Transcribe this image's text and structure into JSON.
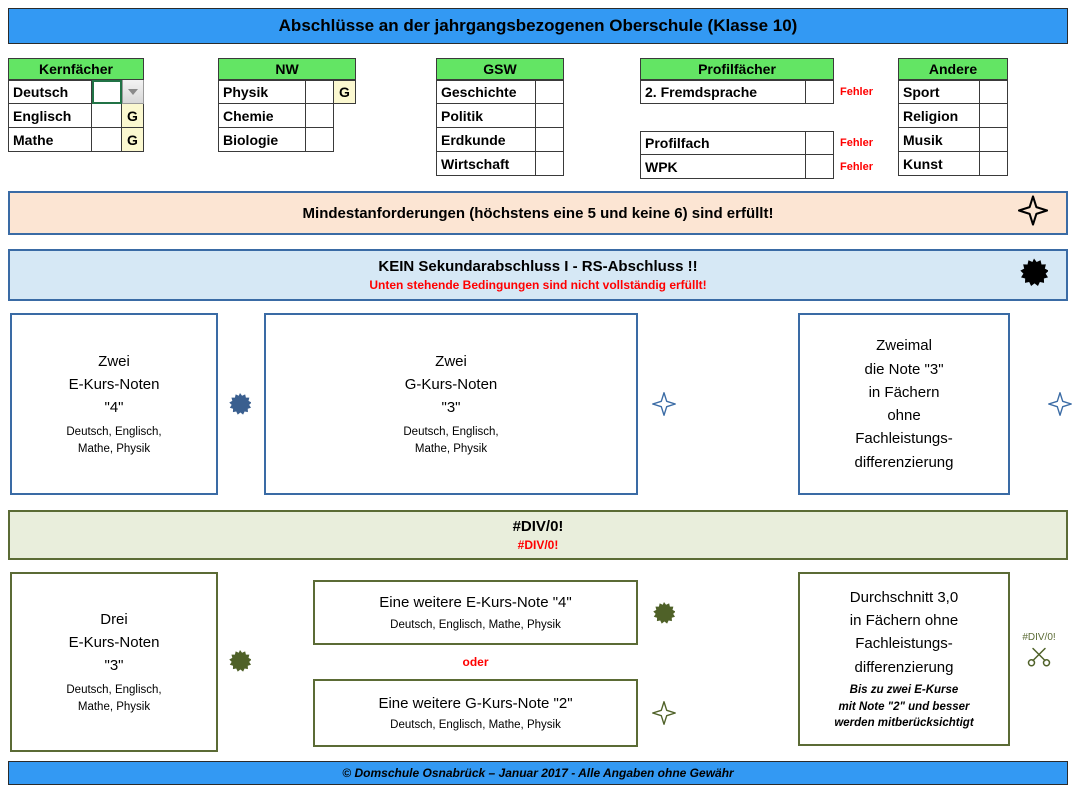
{
  "header": {
    "title": "Abschlüsse an der jahrgangsbezogenen Oberschule (Klasse 10)",
    "bg_color": "#3399f3"
  },
  "tables": {
    "kernfaecher": {
      "header": "Kernfächer",
      "rows": [
        {
          "subject": "Deutsch",
          "value": "",
          "flag": "",
          "active": true
        },
        {
          "subject": "Englisch",
          "value": "",
          "flag": "G",
          "active": false
        },
        {
          "subject": "Mathe",
          "value": "",
          "flag": "G",
          "active": false
        }
      ]
    },
    "nw": {
      "header": "NW",
      "rows": [
        {
          "subject": "Physik",
          "value": "",
          "flag": "G"
        },
        {
          "subject": "Chemie",
          "value": "",
          "flag": ""
        },
        {
          "subject": "Biologie",
          "value": "",
          "flag": ""
        }
      ]
    },
    "gsw": {
      "header": "GSW",
      "rows": [
        {
          "subject": "Geschichte",
          "value": ""
        },
        {
          "subject": "Politik",
          "value": ""
        },
        {
          "subject": "Erdkunde",
          "value": ""
        },
        {
          "subject": "Wirtschaft",
          "value": ""
        }
      ]
    },
    "profilfaecher": {
      "header": "Profilfächer",
      "rows_group1": [
        {
          "subject": "2. Fremdsprache",
          "value": "",
          "error": "Fehler"
        }
      ],
      "rows_group2": [
        {
          "subject": "Profilfach",
          "value": "",
          "error": "Fehler"
        },
        {
          "subject": "WPK",
          "value": "",
          "error": "Fehler"
        }
      ]
    },
    "andere": {
      "header": "Andere",
      "rows": [
        {
          "subject": "Sport",
          "value": ""
        },
        {
          "subject": "Religion",
          "value": ""
        },
        {
          "subject": "Musik",
          "value": ""
        },
        {
          "subject": "Kunst",
          "value": ""
        }
      ]
    }
  },
  "banner_min": {
    "text": "Mindestanforderungen (höchstens eine 5 und keine 6) sind erfüllt!",
    "bg_color": "#fce5d3",
    "border_color": "#3a6ba5",
    "icon": "sparkle-outline-icon"
  },
  "banner_abschluss": {
    "line1": "KEIN Sekundarabschluss I - RS-Abschluss !!",
    "line2": "Unten stehende Bedingungen sind nicht vollständig erfüllt!",
    "bg_color": "#d6e8f5",
    "border_color": "#3a6ba5",
    "icon": "starburst-filled-icon",
    "line2_color": "#ff0000"
  },
  "row_blue": {
    "border_color": "#3a6ba5",
    "box1": {
      "line1": "Zwei",
      "line2": "E-Kurs-Noten",
      "line3": "\"4\"",
      "subjects1": "Deutsch, Englisch,",
      "subjects2": "Mathe, Physik"
    },
    "marker1": "starburst-filled-icon",
    "box2": {
      "line1": "Zwei",
      "line2": "G-Kurs-Noten",
      "line3": "\"3\"",
      "subjects1": "Deutsch, Englisch,",
      "subjects2": "Mathe, Physik"
    },
    "marker2": "sparkle-outline-icon",
    "box3": {
      "line1": "Zweimal",
      "line2": "die Note \"3\"",
      "line3": "in  Fächern",
      "line4": "ohne",
      "line5": "Fachleistungs-",
      "line6": "differenzierung"
    },
    "marker3": "sparkle-outline-icon"
  },
  "banner_div": {
    "line1": "#DIV/0!",
    "line2": "#DIV/0!",
    "bg_color": "#e9eedc",
    "border_color": "#5b6b35",
    "line2_color": "#ff0000"
  },
  "row_green": {
    "border_color": "#5b6b35",
    "box1": {
      "line1": "Drei",
      "line2": "E-Kurs-Noten",
      "line3": "\"3\"",
      "subjects1": "Deutsch, Englisch,",
      "subjects2": "Mathe, Physik"
    },
    "marker1": "starburst-filled-icon",
    "box2a": {
      "line1": "Eine weitere E-Kurs-Note \"4\"",
      "line2": "Deutsch, Englisch, Mathe, Physik"
    },
    "marker2a": "starburst-filled-icon",
    "oder": "oder",
    "box2b": {
      "line1": "Eine weitere G-Kurs-Note \"2\"",
      "line2": "Deutsch, Englisch, Mathe, Physik"
    },
    "marker2b": "sparkle-outline-icon",
    "box3": {
      "line1": "Durchschnitt 3,0",
      "line2": "in Fächern ohne",
      "line3": "Fachleistungs-",
      "line4": "differenzierung",
      "note1": "Bis zu zwei E-Kurse",
      "note2": "mit Note \"2\" und besser",
      "note3": "werden mitberücksichtigt"
    },
    "marker3_label": "#DIV/0!",
    "marker3_icon": "scissors-icon"
  },
  "footer": {
    "text": "© Domschule Osnabrück – Januar 2017 - Alle Angaben ohne Gewähr",
    "bg_color": "#3399f3"
  }
}
